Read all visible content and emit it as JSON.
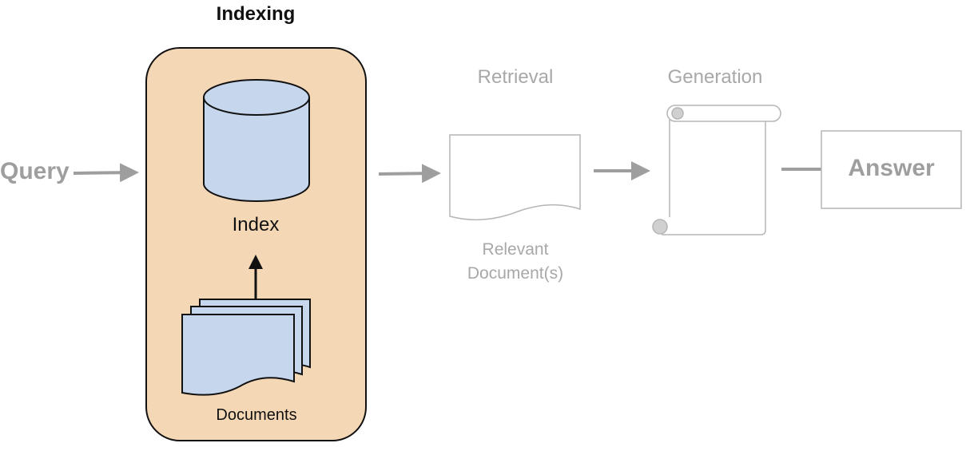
{
  "stages": {
    "indexing": "Indexing",
    "retrieval": "Retrieval",
    "generation": "Generation"
  },
  "nodes": {
    "query": "Query",
    "index": "Index",
    "documents": "Documents",
    "relevant_line1": "Relevant",
    "relevant_line2": "Document(s)",
    "answer": "Answer"
  },
  "colors": {
    "indexing_panel": "#f4d7b5",
    "doc_fill": "#c5d6ed",
    "active_text": "#111111",
    "inactive": "#a8a8a8",
    "arrow": "#9e9e9e"
  },
  "icons": [
    "database-icon",
    "documents-stack-icon",
    "document-icon",
    "scroll-icon"
  ]
}
